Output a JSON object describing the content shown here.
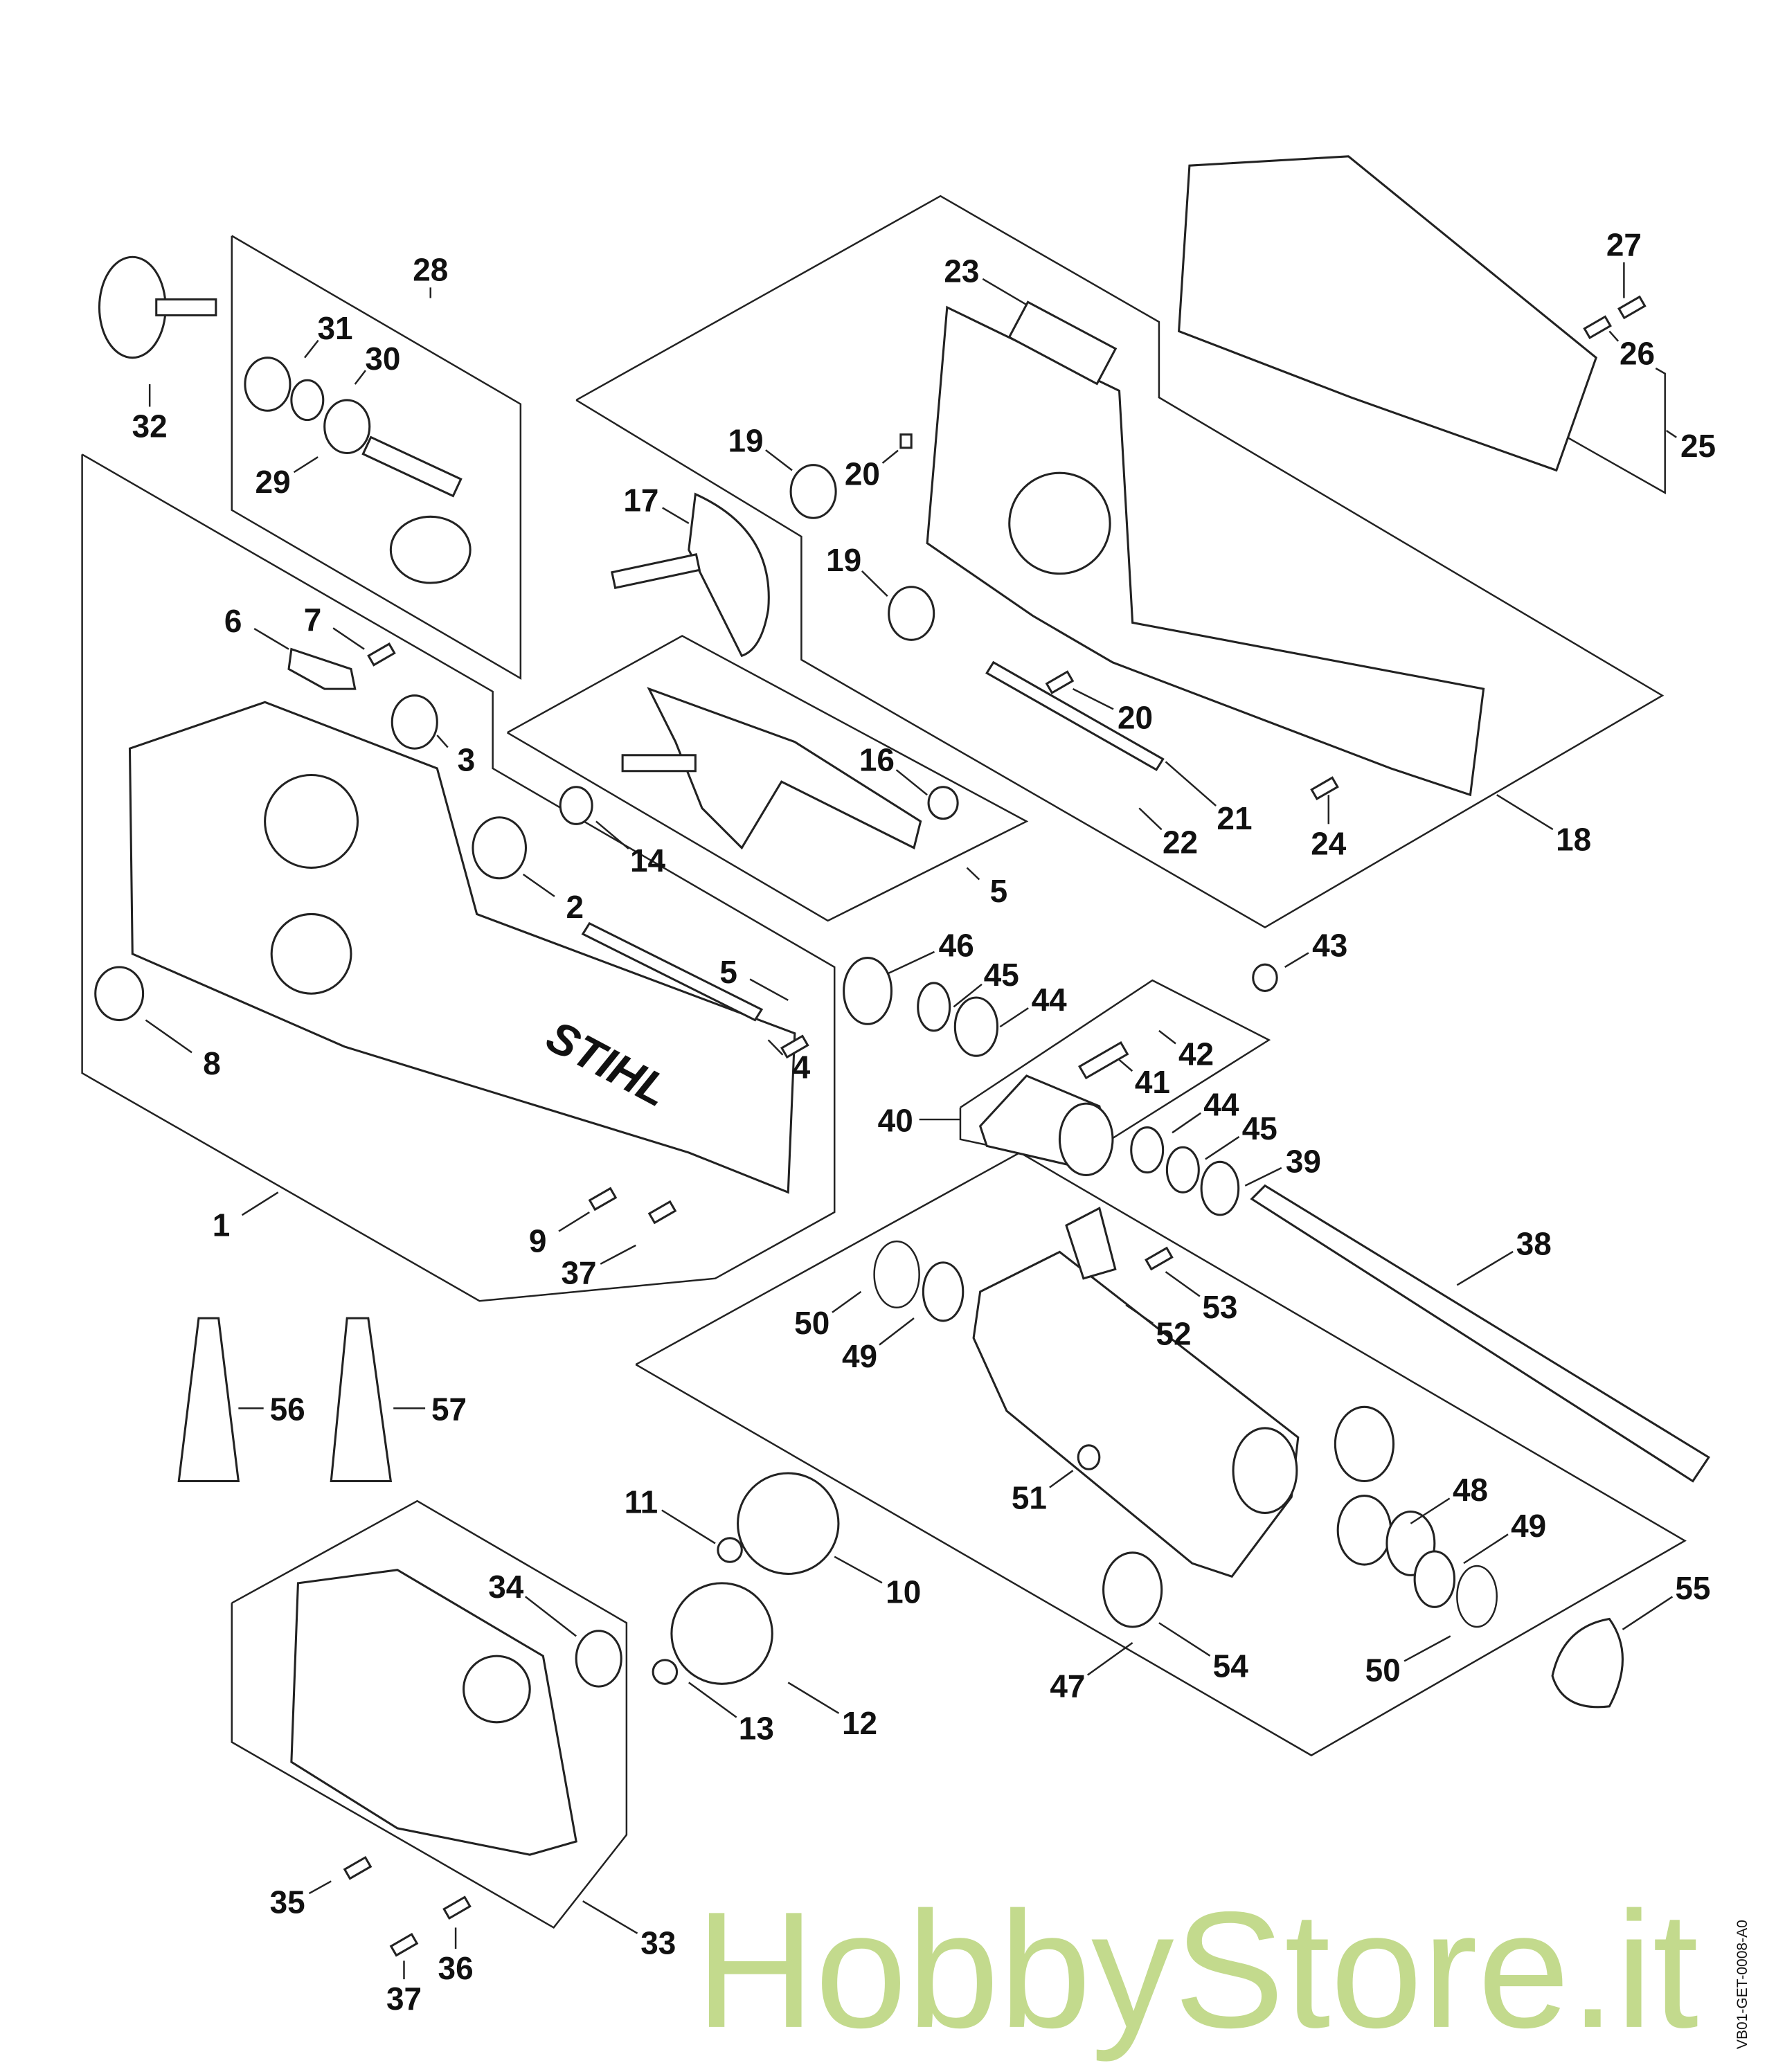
{
  "diagram": {
    "type": "exploded-parts-diagram",
    "brand_on_housing": "STIHL",
    "document_id": "VB01-GET-0008-A0",
    "watermark": "HobbyStore.it",
    "callouts": [
      "28",
      "31",
      "30",
      "32",
      "29",
      "27",
      "23",
      "26",
      "25",
      "19",
      "20",
      "17",
      "19",
      "6",
      "7",
      "3",
      "16",
      "20",
      "21",
      "22",
      "24",
      "18",
      "14",
      "5",
      "2",
      "46",
      "43",
      "45",
      "5",
      "44",
      "42",
      "4",
      "41",
      "8",
      "40",
      "44",
      "45",
      "39",
      "1",
      "9",
      "38",
      "37",
      "53",
      "50",
      "52",
      "49",
      "56",
      "57",
      "51",
      "48",
      "11",
      "49",
      "10",
      "55",
      "34",
      "54",
      "50",
      "47",
      "12",
      "13",
      "35",
      "33",
      "36",
      "37"
    ]
  }
}
